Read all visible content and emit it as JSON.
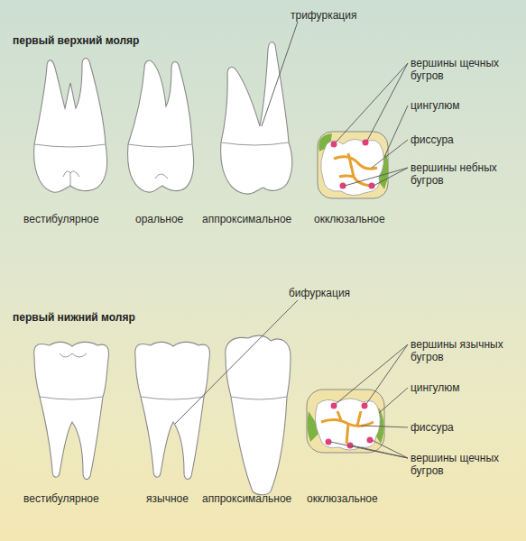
{
  "diagram": {
    "labels": [
      "первый верхний моляр",
      "трифуркация",
      "вершины щечных бугров",
      "цингулюм",
      "фиссура",
      "вершины небных бугров",
      "вестибулярное",
      "оральное",
      "аппроксимальное",
      "окклюзальное",
      "бифуркация",
      "первый нижний моляр",
      "вершины язычных бугров",
      "цингулюм",
      "фиссура",
      "вершины щечных бугров",
      "вестибулярное",
      "язычное",
      "аппроксимальное",
      "окклюзальное"
    ]
  }
}
